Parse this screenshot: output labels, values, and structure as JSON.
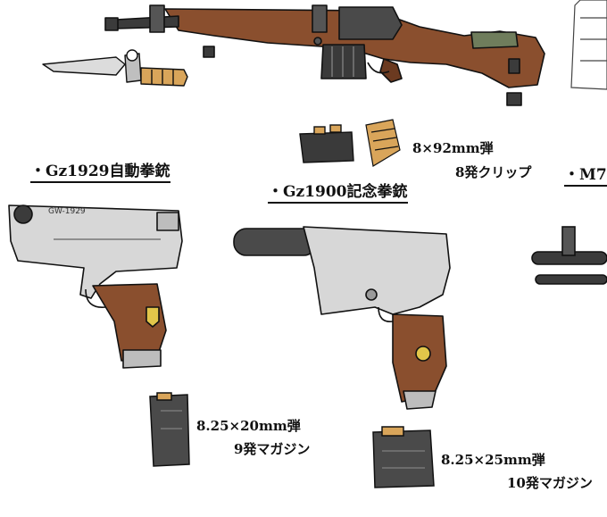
{
  "titles": {
    "gz1929": "・Gz1929自動拳銃",
    "gz1900": "・Gz1900記念拳銃",
    "m_partial": "・M7"
  },
  "ammo": {
    "rifle_round": "8×92mm弾",
    "rifle_clip": "8発クリップ",
    "pistol1_round": "8.25×20mm弾",
    "pistol1_mag": "9発マガジン",
    "pistol2_round": "8.25×25mm弾",
    "pistol2_mag": "10発マガジン"
  },
  "markings": {
    "slide_stamp": "GW-1929"
  },
  "colors": {
    "wood": "#8a4f2e",
    "wood_dark": "#6b3a20",
    "metal": "#3b3b3b",
    "steel_light": "#d7d7d7",
    "brass": "#d9a55a",
    "grip_badge": "#e2c64a",
    "sling_green": "#6f7d5c"
  }
}
